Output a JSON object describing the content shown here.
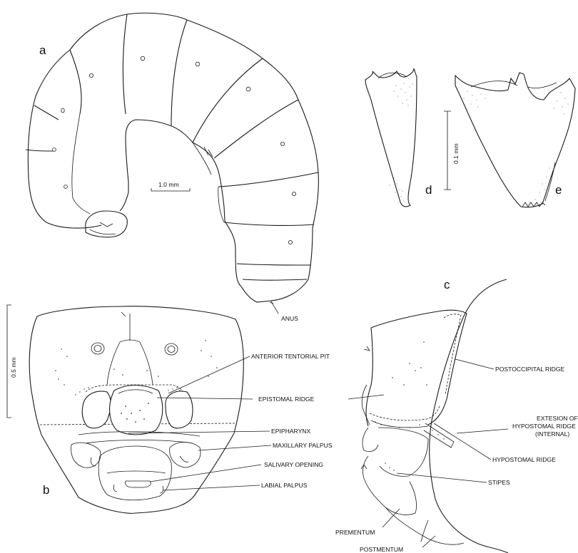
{
  "figure": {
    "panels": {
      "a": "a",
      "b": "b",
      "c": "c",
      "d": "d",
      "e": "e"
    },
    "scale_bars": {
      "a": "1.0 mm",
      "b": "0.5 mm",
      "de": "0.1 mm"
    },
    "labels_a": {
      "anus": "ANUS"
    },
    "labels_b": [
      "ANTERIOR TENTORIAL PIT",
      "EPISTOMAL RIDGE",
      "EPIPHARYNX",
      "MAXILLARY PALPUS",
      "SALIVARY OPENING",
      "LABIAL PALPUS"
    ],
    "labels_c": {
      "postoccipital": "POSTOCCIPITAL RIDGE",
      "extension_line1": "EXTESION OF",
      "extension_line2": "HYPOSTOMAL RIDGE",
      "extension_line3": "(INTERNAL)",
      "hypostomal": "HYPOSTOMAL RIDGE",
      "stipes": "STIPES",
      "prementum": "PREMENTUM",
      "postmentum": "POSTMENTUM"
    }
  }
}
